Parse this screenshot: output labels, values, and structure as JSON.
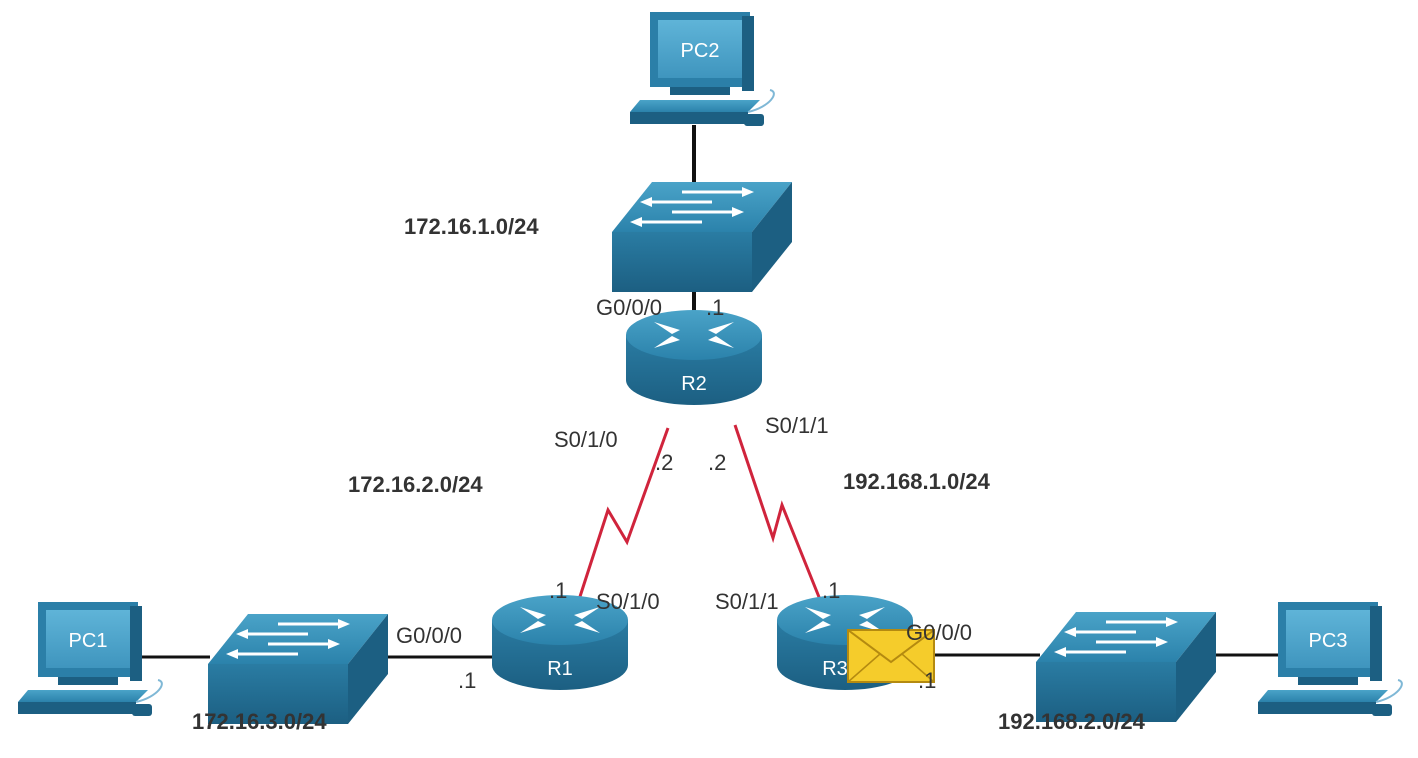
{
  "devices": {
    "pc1": {
      "label": "PC1"
    },
    "pc2": {
      "label": "PC2"
    },
    "pc3": {
      "label": "PC3"
    },
    "r1": {
      "label": "R1"
    },
    "r2": {
      "label": "R2"
    },
    "r3": {
      "label": "R3"
    }
  },
  "networks": {
    "n_172_16_1": "172.16.1.0/24",
    "n_172_16_2": "172.16.2.0/24",
    "n_172_16_3": "172.16.3.0/24",
    "n_192_168_1": "192.168.1.0/24",
    "n_192_168_2": "192.168.2.0/24"
  },
  "interfaces": {
    "r2_g000": "G0/0/0",
    "r2_g000_host": ".1",
    "r2_s010": "S0/1/0",
    "r2_s010_host": ".2",
    "r2_s011": "S0/1/1",
    "r2_s011_host": ".2",
    "r1_s010": "S0/1/0",
    "r1_s010_host": ".1",
    "r1_g000": "G0/0/0",
    "r1_g000_host": ".1",
    "r3_s011": "S0/1/1",
    "r3_s011_host": ".1",
    "r3_g000": "G0/0/0",
    "r3_g000_host": ".1"
  },
  "colors": {
    "device_blue": "#2a7aa0",
    "device_dark": "#1a5a7a",
    "serial_link": "#d0243c",
    "ethernet_link": "#111111",
    "envelope": "#f5cc2b"
  }
}
